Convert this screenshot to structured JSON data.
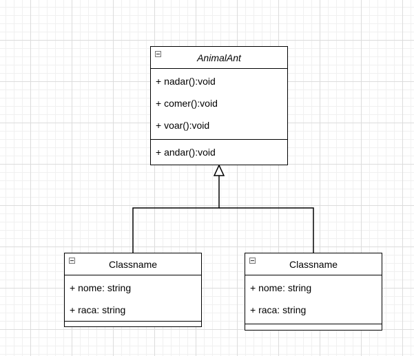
{
  "diagram": {
    "parent_class": {
      "name": "AnimalAnt",
      "attributes": [
        "+ nadar():void",
        "+ comer():void",
        "+ voar():void"
      ],
      "operations": [
        "+ andar():void"
      ]
    },
    "child_left": {
      "name": "Classname",
      "attributes": [
        "+ nome: string",
        "+ raca: string"
      ],
      "operations": []
    },
    "child_right": {
      "name": "Classname",
      "attributes": [
        "+ nome: string",
        "+ raca: string"
      ],
      "operations": []
    },
    "relationship": "generalization",
    "colors": {
      "line": "#000000",
      "grid": "#dcdcdc",
      "background": "#ffffff"
    }
  }
}
